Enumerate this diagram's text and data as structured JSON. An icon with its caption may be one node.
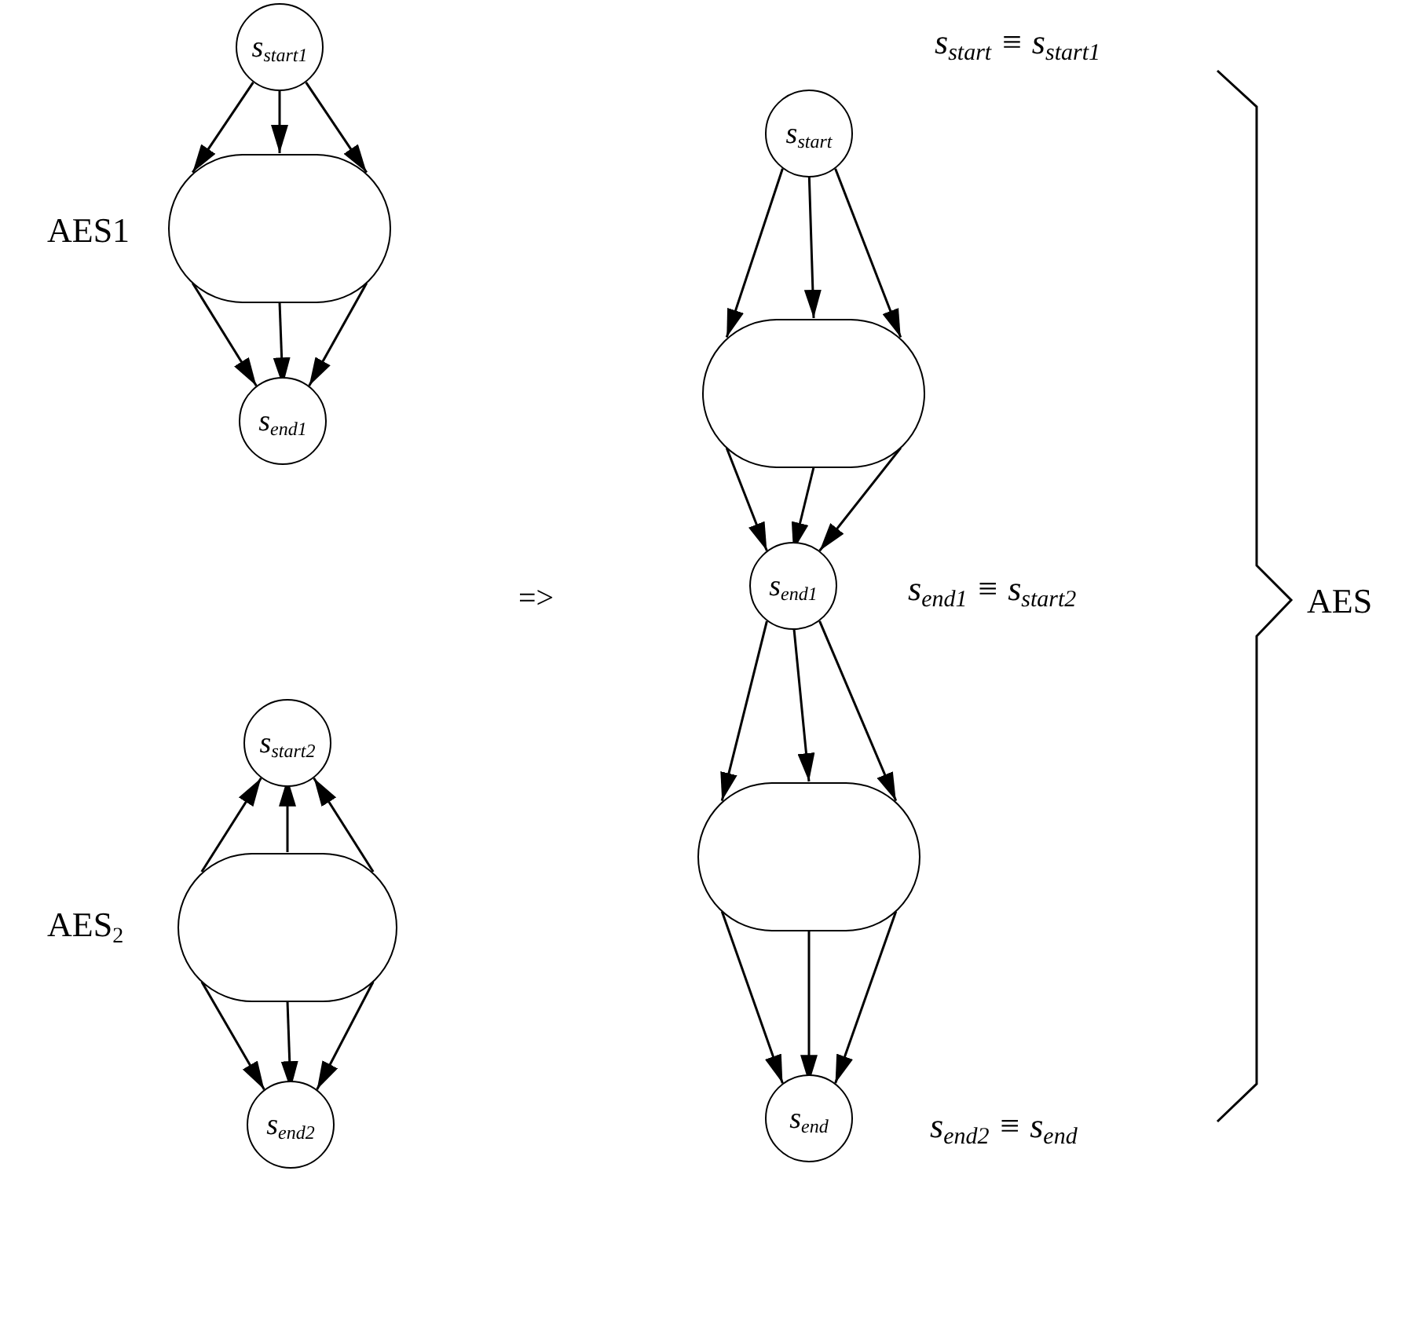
{
  "diagram": {
    "nodes": [
      {
        "text": [
          "s$_{start1}$"
        ]
      },
      {
        "text": [],
        "shape": "ellipse",
        "beside": [
          "AES1"
        ]
      },
      {
        "text": [
          "s$_{end1}$"
        ]
      },
      {
        "text": [
          "s$_{start2}$"
        ]
      },
      {
        "text": [],
        "shape": "ellipse",
        "beside": [
          "AES$_{2}$"
        ]
      },
      {
        "text": [
          "s$_{end2}$"
        ]
      },
      {
        "text": [
          "s$_{start}$"
        ]
      },
      {
        "text": [],
        "shape": "ellipse"
      },
      {
        "text": [
          "s$_{end1}$"
        ]
      },
      {
        "text": [],
        "shape": "ellipse"
      },
      {
        "text": [
          "s$_{end}$"
        ]
      }
    ],
    "edges": [
      {
        "from": 0,
        "to": 1,
        "arrow": "to"
      },
      {
        "from": 0,
        "to": 1,
        "arrow": "to"
      },
      {
        "from": 0,
        "to": 1,
        "arrow": "to"
      },
      {
        "from": 1,
        "to": 2,
        "arrow": "to"
      },
      {
        "from": 1,
        "to": 2,
        "arrow": "to"
      },
      {
        "from": 1,
        "to": 2,
        "arrow": "to"
      },
      {
        "from": 4,
        "to": 3,
        "arrow": "to"
      },
      {
        "from": 4,
        "to": 3,
        "arrow": "to"
      },
      {
        "from": 4,
        "to": 3,
        "arrow": "to"
      },
      {
        "from": 4,
        "to": 5,
        "arrow": "to"
      },
      {
        "from": 4,
        "to": 5,
        "arrow": "to"
      },
      {
        "from": 4,
        "to": 5,
        "arrow": "to"
      },
      {
        "from": 6,
        "to": 7,
        "arrow": "to"
      },
      {
        "from": 6,
        "to": 7,
        "arrow": "to"
      },
      {
        "from": 6,
        "to": 7,
        "arrow": "to"
      },
      {
        "from": 7,
        "to": 8,
        "arrow": "to"
      },
      {
        "from": 7,
        "to": 8,
        "arrow": "to"
      },
      {
        "from": 7,
        "to": 8,
        "arrow": "to"
      },
      {
        "from": 8,
        "to": 9,
        "arrow": "to"
      },
      {
        "from": 8,
        "to": 9,
        "arrow": "to"
      },
      {
        "from": 8,
        "to": 9,
        "arrow": "to"
      },
      {
        "from": 9,
        "to": 10,
        "arrow": "to"
      },
      {
        "from": 9,
        "to": 10,
        "arrow": "to"
      },
      {
        "from": 9,
        "to": 10,
        "arrow": "to"
      }
    ],
    "labels": [
      "=>",
      "s$_{start}$ ≡ s$_{start1}$",
      "s$_{end1}$ ≡ s$_{start2}$",
      "s$_{end2}$ ≡ s$_{end}$",
      "AES"
    ]
  }
}
